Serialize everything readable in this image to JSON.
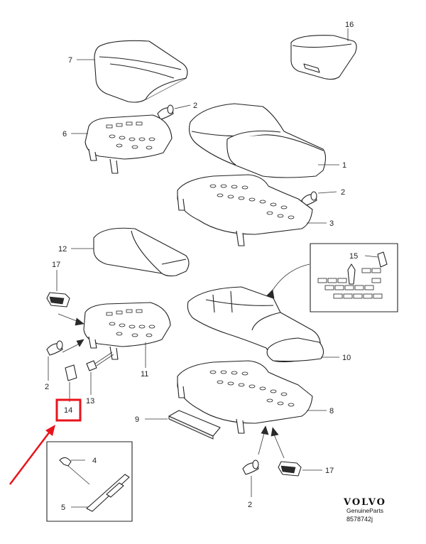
{
  "callouts": {
    "c1": "1",
    "c2a": "2",
    "c2b": "2",
    "c2c": "2",
    "c2d": "2",
    "c3": "3",
    "c4": "4",
    "c5": "5",
    "c6": "6",
    "c7": "7",
    "c8": "8",
    "c9": "9",
    "c10": "10",
    "c11": "11",
    "c12": "12",
    "c13": "13",
    "c14": "14",
    "c15": "15",
    "c16": "16",
    "c17a": "17",
    "c17b": "17"
  },
  "highlight": {
    "color": "#e8141b",
    "target_label": "14"
  },
  "logo": {
    "brand": "VOLVO",
    "sub": "GenuineParts",
    "code": "8578742j"
  }
}
